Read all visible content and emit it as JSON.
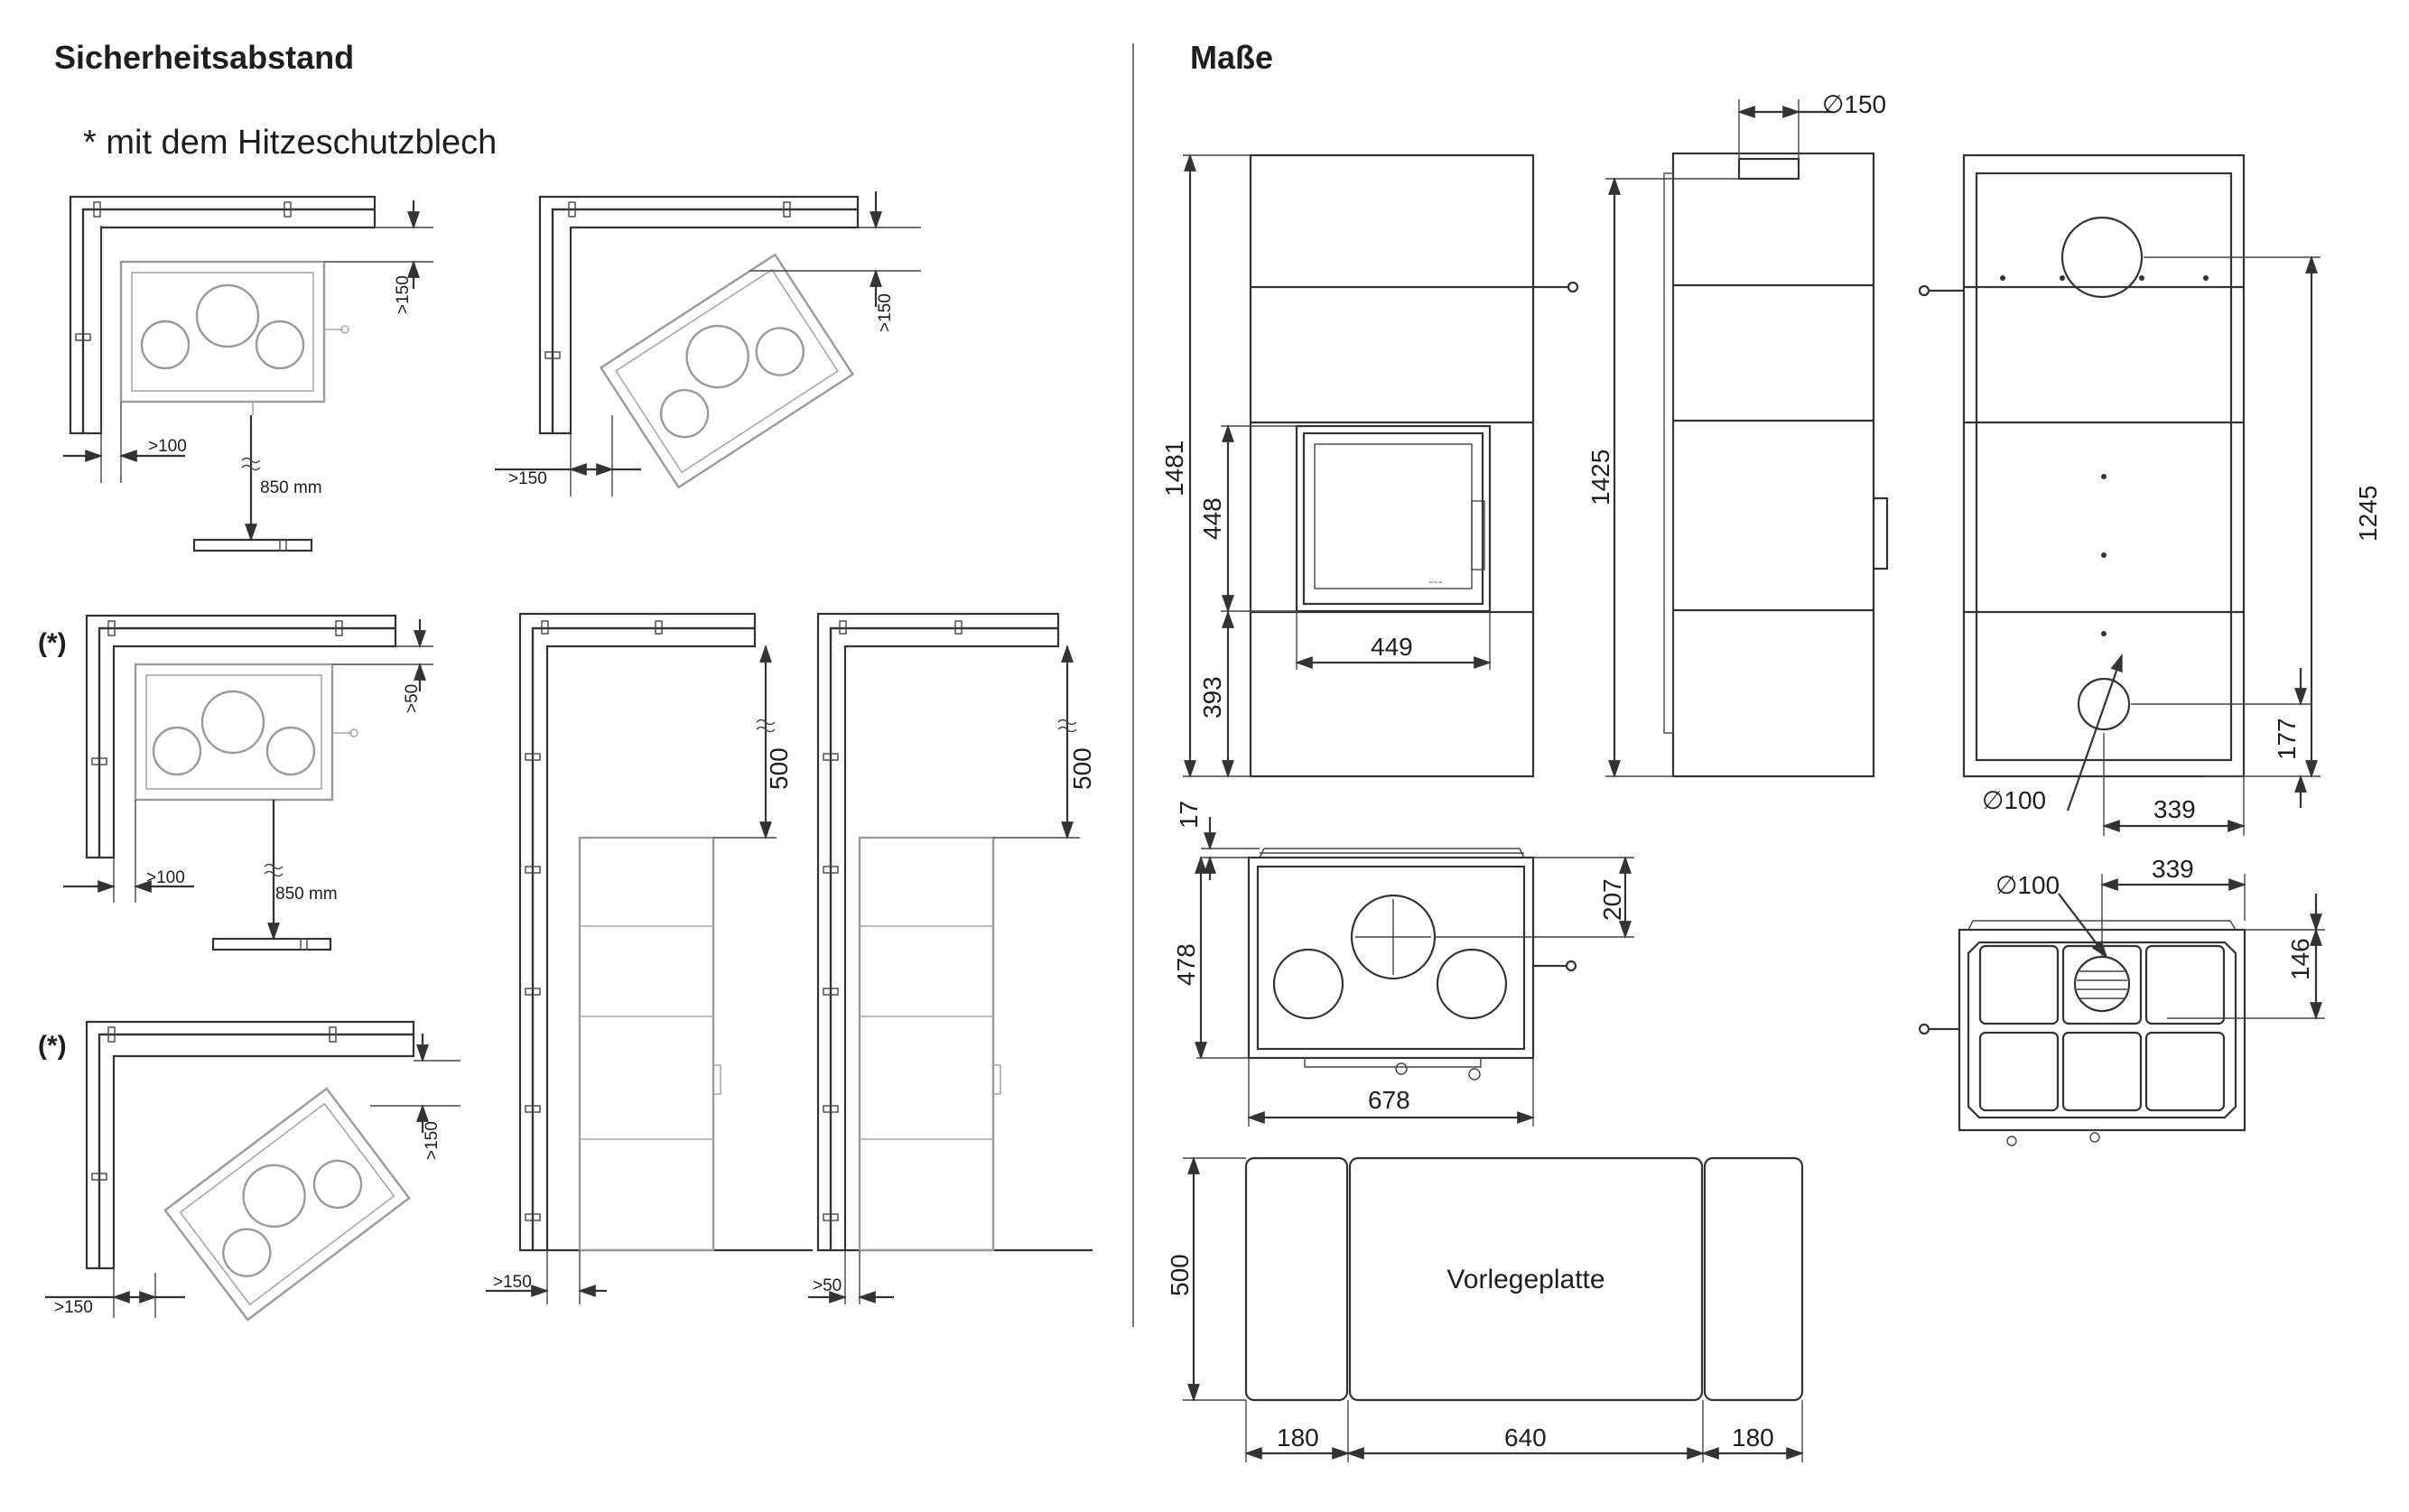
{
  "sections": {
    "left_title": "Sicherheitsabstand",
    "right_title": "Maße"
  },
  "note": "* mit dem Hitzeschutzblech",
  "asterisk_mark": "(*)",
  "safety": {
    "d1": {
      "side": ">100",
      "back": ">150",
      "front": "850 mm"
    },
    "d2": {
      "back": ">150",
      "side": ">150"
    },
    "d3": {
      "back": ">50",
      "side": ">100",
      "front": "850 mm"
    },
    "d4": {
      "back": ">150",
      "side": ">150"
    },
    "d5": {
      "top": "500",
      "side": ">150"
    },
    "d6": {
      "top": "500",
      "side": ">50"
    }
  },
  "dimensions": {
    "front_height": "1481",
    "door_height": "448",
    "base_height": "393",
    "door_width": "449",
    "side_height": "1425",
    "flue_diameter": "∅150",
    "back_height": "1245",
    "air_inlet_height": "177",
    "air_inlet_offset": "339",
    "air_inlet_diameter": "∅100",
    "top_offset": "17",
    "top_depth": "478",
    "top_flue_depth": "207",
    "top_width": "678",
    "bottom_diameter": "∅100",
    "bottom_offset": "339",
    "bottom_depth": "146"
  },
  "floor_plate": {
    "label": "Vorlegeplatte",
    "depth": "500",
    "left_width": "180",
    "center_width": "640",
    "right_width": "180"
  }
}
